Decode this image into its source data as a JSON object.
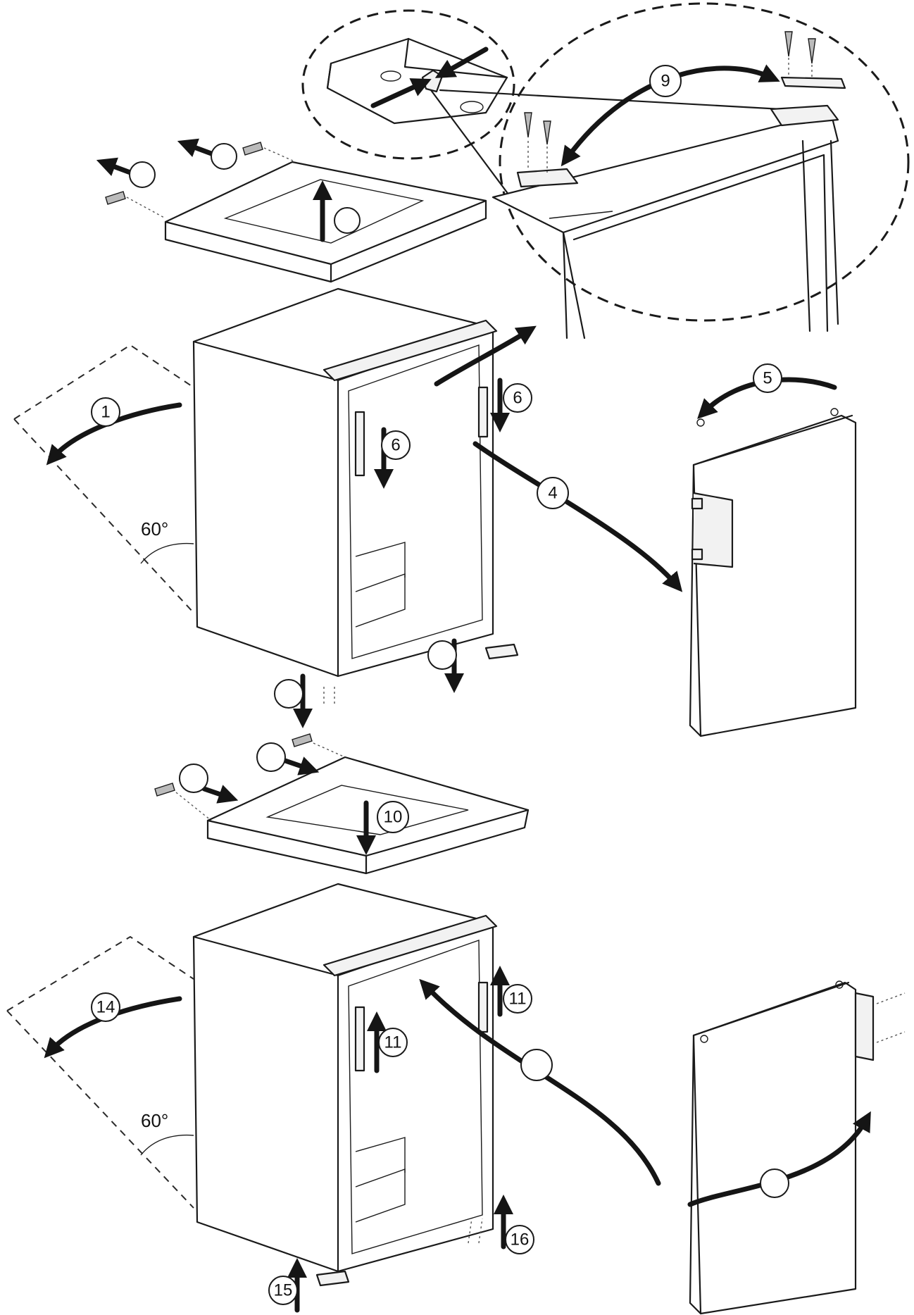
{
  "steps": [
    {
      "id": "s1",
      "label": "1"
    },
    {
      "id": "s4",
      "label": "4"
    },
    {
      "id": "s5",
      "label": "5"
    },
    {
      "id": "s6a",
      "label": "6"
    },
    {
      "id": "s6b",
      "label": "6"
    },
    {
      "id": "s9",
      "label": "9"
    },
    {
      "id": "s10",
      "label": "10"
    },
    {
      "id": "s11a",
      "label": "11"
    },
    {
      "id": "s11b",
      "label": "11"
    },
    {
      "id": "s14",
      "label": "14"
    },
    {
      "id": "s15",
      "label": "15"
    },
    {
      "id": "s16",
      "label": "16"
    }
  ],
  "angles": {
    "top_tilt": "60°",
    "bottom_tilt": "60°"
  }
}
